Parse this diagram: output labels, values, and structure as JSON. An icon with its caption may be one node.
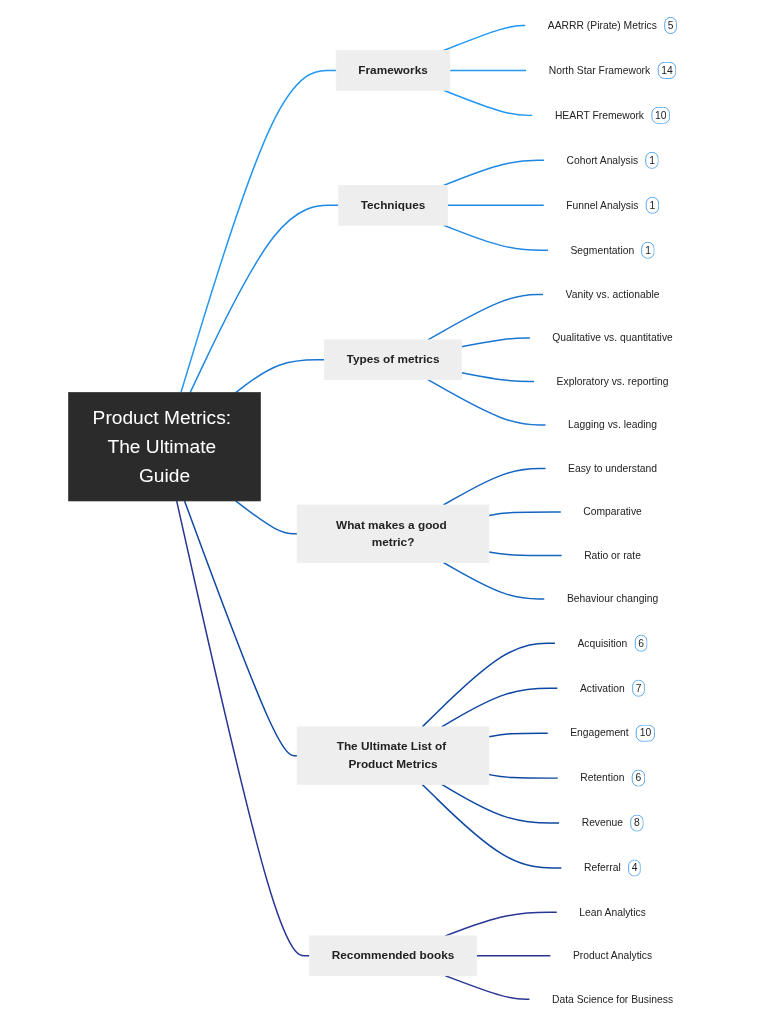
{
  "diagram": {
    "nodes": [
      {
        "text": [
          "Product Metrics: The Ultimate Guide"
        ]
      },
      {
        "text": [
          "Frameworks"
        ]
      },
      {
        "text": [
          "AARRR (Pirate) Metrics",
          "5"
        ]
      },
      {
        "text": [
          "North Star Framework",
          "14"
        ]
      },
      {
        "text": [
          "HEART Fremework",
          "10"
        ]
      },
      {
        "text": [
          "Techniques"
        ]
      },
      {
        "text": [
          "Cohort Analysis",
          "1"
        ]
      },
      {
        "text": [
          "Funnel Analysis",
          "1"
        ]
      },
      {
        "text": [
          "Segmentation",
          "1"
        ]
      },
      {
        "text": [
          "Types of metrics"
        ]
      },
      {
        "text": [
          "Vanity vs. actionable"
        ]
      },
      {
        "text": [
          "Qualitative vs. quantitative"
        ]
      },
      {
        "text": [
          "Exploratory vs. reporting"
        ]
      },
      {
        "text": [
          "Lagging vs. leading"
        ]
      },
      {
        "text": [
          "What makes a good metric?"
        ]
      },
      {
        "text": [
          "Easy to understand"
        ]
      },
      {
        "text": [
          "Comparative"
        ]
      },
      {
        "text": [
          "Ratio or rate"
        ]
      },
      {
        "text": [
          "Behaviour changing"
        ]
      },
      {
        "text": [
          "The Ultimate List of Product Metrics"
        ]
      },
      {
        "text": [
          "Acquisition",
          "6"
        ]
      },
      {
        "text": [
          "Activation",
          "7"
        ]
      },
      {
        "text": [
          "Engagement",
          "10"
        ]
      },
      {
        "text": [
          "Retention",
          "6"
        ]
      },
      {
        "text": [
          "Revenue",
          "8"
        ]
      },
      {
        "text": [
          "Referral",
          "4"
        ]
      },
      {
        "text": [
          "Recommended books"
        ]
      },
      {
        "text": [
          "Lean Analytics"
        ]
      },
      {
        "text": [
          "Product Analytics"
        ]
      },
      {
        "text": [
          "Data Science for Business"
        ]
      }
    ],
    "edges": [
      {
        "from": 0,
        "to": 1,
        "arrow": "none",
        "color": "#2196f3"
      },
      {
        "from": 1,
        "to": 2,
        "arrow": "none",
        "color": "#2196f3"
      },
      {
        "from": 1,
        "to": 3,
        "arrow": "none",
        "color": "#2196f3"
      },
      {
        "from": 1,
        "to": 4,
        "arrow": "none",
        "color": "#2196f3"
      },
      {
        "from": 0,
        "to": 5,
        "arrow": "none",
        "color": "#1e88e5"
      },
      {
        "from": 5,
        "to": 6,
        "arrow": "none",
        "color": "#1e88e5"
      },
      {
        "from": 5,
        "to": 7,
        "arrow": "none",
        "color": "#1e88e5"
      },
      {
        "from": 5,
        "to": 8,
        "arrow": "none",
        "color": "#1e88e5"
      },
      {
        "from": 0,
        "to": 9,
        "arrow": "none",
        "color": "#1976d2"
      },
      {
        "from": 9,
        "to": 10,
        "arrow": "none",
        "color": "#1976d2"
      },
      {
        "from": 9,
        "to": 11,
        "arrow": "none",
        "color": "#1976d2"
      },
      {
        "from": 9,
        "to": 12,
        "arrow": "none",
        "color": "#1976d2"
      },
      {
        "from": 9,
        "to": 13,
        "arrow": "none",
        "color": "#1976d2"
      },
      {
        "from": 0,
        "to": 14,
        "arrow": "none",
        "color": "#1565c0"
      },
      {
        "from": 14,
        "to": 15,
        "arrow": "none",
        "color": "#1565c0"
      },
      {
        "from": 14,
        "to": 16,
        "arrow": "none",
        "color": "#1565c0"
      },
      {
        "from": 14,
        "to": 17,
        "arrow": "none",
        "color": "#1565c0"
      },
      {
        "from": 14,
        "to": 18,
        "arrow": "none",
        "color": "#1565c0"
      },
      {
        "from": 0,
        "to": 19,
        "arrow": "none",
        "color": "#0d47a1"
      },
      {
        "from": 19,
        "to": 20,
        "arrow": "none",
        "color": "#0d47a1"
      },
      {
        "from": 19,
        "to": 21,
        "arrow": "none",
        "color": "#0d47a1"
      },
      {
        "from": 19,
        "to": 22,
        "arrow": "none",
        "color": "#0d47a1"
      },
      {
        "from": 19,
        "to": 23,
        "arrow": "none",
        "color": "#0d47a1"
      },
      {
        "from": 19,
        "to": 24,
        "arrow": "none",
        "color": "#0d47a1"
      },
      {
        "from": 19,
        "to": 25,
        "arrow": "none",
        "color": "#0d47a1"
      },
      {
        "from": 0,
        "to": 26,
        "arrow": "none",
        "color": "#283593"
      },
      {
        "from": 26,
        "to": 27,
        "arrow": "none",
        "color": "#283593"
      },
      {
        "from": 26,
        "to": 28,
        "arrow": "none",
        "color": "#283593"
      },
      {
        "from": 26,
        "to": 29,
        "arrow": "none",
        "color": "#283593"
      }
    ]
  }
}
